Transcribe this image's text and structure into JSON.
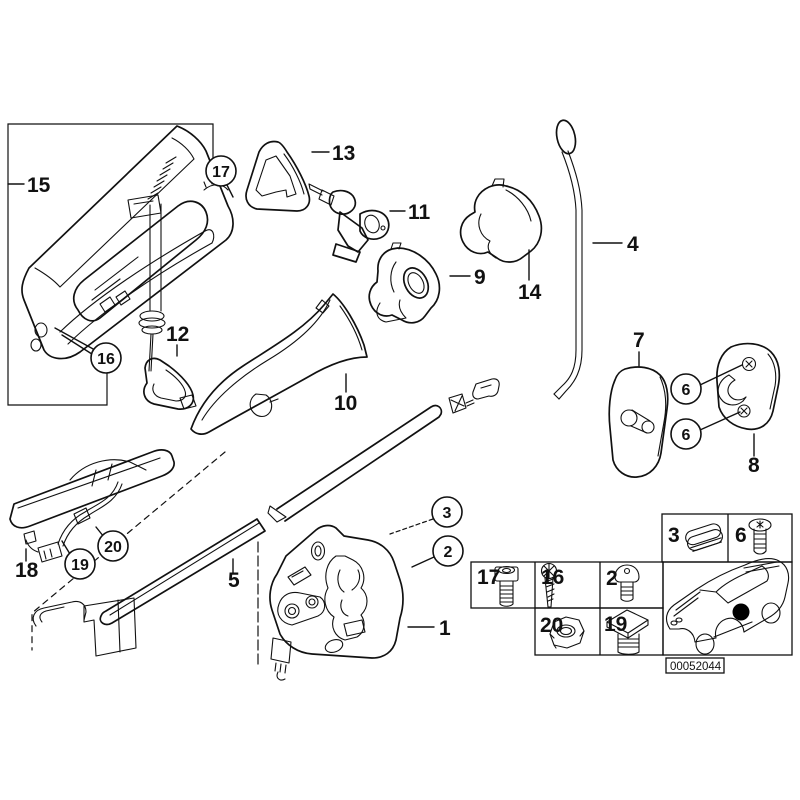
{
  "callouts": {
    "1": "1",
    "2": "2",
    "3": "3",
    "4": "4",
    "5": "5",
    "6": "6",
    "7": "7",
    "8": "8",
    "9": "9",
    "10": "10",
    "11": "11",
    "12": "12",
    "13": "13",
    "14": "14",
    "15": "15",
    "16": "16",
    "17": "17",
    "18": "18",
    "19": "19",
    "20": "20"
  },
  "legend": {
    "top_row": [
      {
        "label": "3",
        "icon": "oval-plug-grommet-icon"
      },
      {
        "label": "6",
        "icon": "countersunk-torx-screw-icon"
      }
    ],
    "middle_row": [
      {
        "label": "17",
        "icon": "socket-head-cap-screw-icon"
      },
      {
        "label": "16",
        "icon": "phillips-pan-head-screw-icon"
      },
      {
        "label": "2",
        "icon": "torx-pan-head-screw-icon"
      }
    ],
    "bottom_row": [
      {
        "label": "20",
        "icon": "hex-nut-icon"
      },
      {
        "label": "19",
        "icon": "square-head-plug-bolt-icon"
      }
    ],
    "vehicle": {
      "icon": "car-location-icon",
      "marker_color": "#000000"
    },
    "image_code": "00052044"
  },
  "style": {
    "line_color": "#111111",
    "background": "#ffffff"
  }
}
